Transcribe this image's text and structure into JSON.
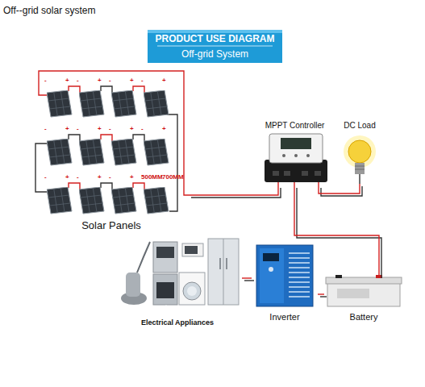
{
  "diagram": {
    "title": "PRODUCT USE DIAGRAM",
    "nodes": [
      {
        "text": [
          "Solar Panels"
        ]
      },
      {
        "text": [
          "MPPT Controller"
        ]
      },
      {
        "text": [
          "DC Load"
        ]
      },
      {
        "text": [
          "Electrical Appliances"
        ]
      },
      {
        "text": [
          "Inverter"
        ]
      },
      {
        "text": [
          "Battery"
        ]
      }
    ],
    "edges": [
      {
        "from": 0,
        "to": 1,
        "arrow": "none"
      },
      {
        "from": 1,
        "to": 2,
        "arrow": "none"
      },
      {
        "from": 1,
        "to": 5,
        "arrow": "none"
      },
      {
        "from": 5,
        "to": 4,
        "arrow": "none"
      },
      {
        "from": 4,
        "to": 3,
        "arrow": "none"
      }
    ],
    "labels": [
      "Off--grid solar system",
      "Off-grid System",
      "-",
      "+",
      "-",
      "+",
      "-",
      "+",
      "-",
      "+",
      "-",
      "+",
      "-",
      "+",
      "-",
      "+",
      "-",
      "+",
      "-",
      "+",
      "-",
      "+",
      "-",
      "+",
      "500MM",
      "700MM"
    ]
  }
}
